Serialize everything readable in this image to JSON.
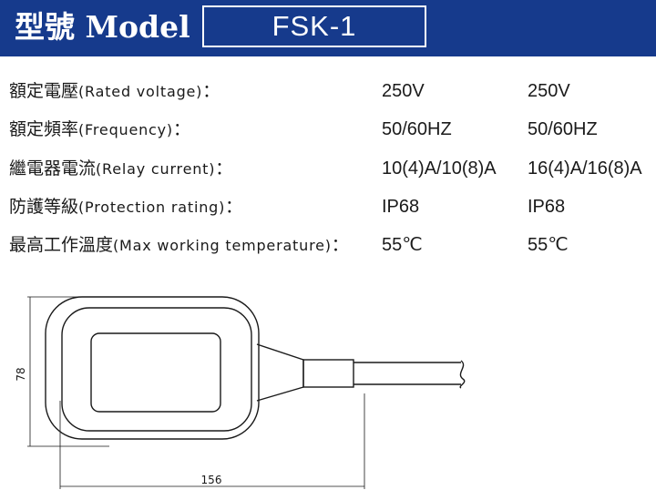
{
  "header": {
    "title": "型號 Model",
    "model": "FSK-1"
  },
  "specs": [
    {
      "label_zh": "額定電壓",
      "label_en": "(Rated voltage)",
      "sep": "：",
      "value1": "250V",
      "value2": "250V"
    },
    {
      "label_zh": "額定頻率",
      "label_en": "(Frequency)",
      "sep": "：",
      "value1": "50/60HZ",
      "value2": "50/60HZ"
    },
    {
      "label_zh": "繼電器電流",
      "label_en": "(Relay current)",
      "sep": "：",
      "value1": "10(4)A/10(8)A",
      "value2": "16(4)A/16(8)A"
    },
    {
      "label_zh": "防護等級",
      "label_en": "(Protection rating)",
      "sep": "：",
      "value1": "IP68",
      "value2": "IP68"
    },
    {
      "label_zh": "最高工作溫度",
      "label_en": "(Max working temperature)",
      "sep": "：",
      "value1": "55℃",
      "value2": "55℃"
    }
  ],
  "drawing": {
    "height_dim": "78",
    "width_dim": "156"
  },
  "colors": {
    "header_bg": "#163a8c",
    "header_text": "#ffffff",
    "text": "#1a1a1a"
  }
}
